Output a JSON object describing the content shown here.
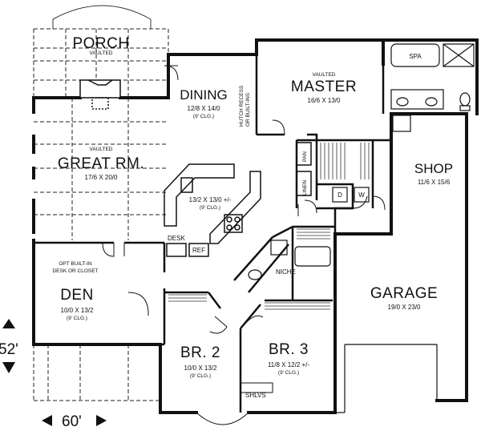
{
  "rooms": {
    "porch": {
      "name": "PORCH",
      "note": "VAULTED"
    },
    "dining": {
      "name": "DINING",
      "size": "12/8 X 14/0",
      "clg": "(9' CLG.)"
    },
    "hutch": {
      "line1": "HUTCH RECESS",
      "line2": "OR BUILT-INS"
    },
    "master": {
      "note": "VAULTED",
      "name": "MASTER",
      "size": "16/6 X 13/0"
    },
    "spa": {
      "name": "SPA"
    },
    "great": {
      "note": "VAULTED",
      "name": "GREAT RM.",
      "size": "17/6 X 20/0"
    },
    "kitchen": {
      "size": "13/2 X 13/0 +/-",
      "clg": "(9' CLG.)"
    },
    "pan": {
      "name": "PAN"
    },
    "linen": {
      "name": "LINEN"
    },
    "laundry": {
      "d": "D",
      "w": "W"
    },
    "shop": {
      "name": "SHOP",
      "size": "11/6 X 15/6"
    },
    "desk": {
      "name": "DESK"
    },
    "ref": {
      "name": "REF"
    },
    "builtin": {
      "line1": "OPT BUILT-IN",
      "line2": "DESK OR CLOSET"
    },
    "niche": {
      "name": "NICHE"
    },
    "den": {
      "name": "DEN",
      "size": "10/0 X 13/2",
      "clg": "(9' CLG.)"
    },
    "garage": {
      "name": "GARAGE",
      "size": "19/0 X 23/0"
    },
    "br2": {
      "name": "BR. 2",
      "size": "10/0 X 13/2",
      "clg": "(9' CLG.)"
    },
    "br3": {
      "name": "BR. 3",
      "size": "11/8 X 12/2 +/-",
      "clg": "(9' CLG.)"
    },
    "shlvs": {
      "name": "SHLVS"
    }
  },
  "dimensions": {
    "depth": "52'",
    "width": "60'"
  }
}
